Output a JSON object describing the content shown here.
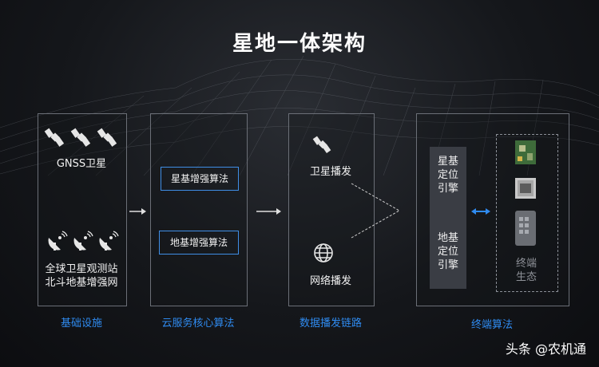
{
  "title": "星地一体架构",
  "panels": {
    "infra": {
      "gnss_label": "GNSS卫星",
      "stations_label_1": "全球卫星观测站",
      "stations_label_2": "北斗地基增强网",
      "caption": "基础设施"
    },
    "cloud": {
      "algo_1": "星基增强算法",
      "algo_2": "地基增强算法",
      "caption": "云服务核心算法"
    },
    "broadcast": {
      "satellite_label": "卫星播发",
      "network_label": "网络播发",
      "caption": "数据播发链路"
    },
    "terminal": {
      "engine_1_line1": "星基",
      "engine_1_line2": "定位",
      "engine_1_line3": "引擎",
      "engine_2_line1": "地基",
      "engine_2_line2": "定位",
      "engine_2_line3": "引擎",
      "ecosystem_line1": "终端",
      "ecosystem_line2": "生态",
      "caption": "终端算法"
    }
  },
  "watermark": "头条 @农机通",
  "colors": {
    "accent_blue": "#2f8bf0",
    "panel_border": "#6b6f77"
  },
  "icons": [
    "satellite-icon",
    "satellite-dish-icon",
    "globe-icon",
    "arrow-right-icon",
    "double-arrow-icon"
  ]
}
